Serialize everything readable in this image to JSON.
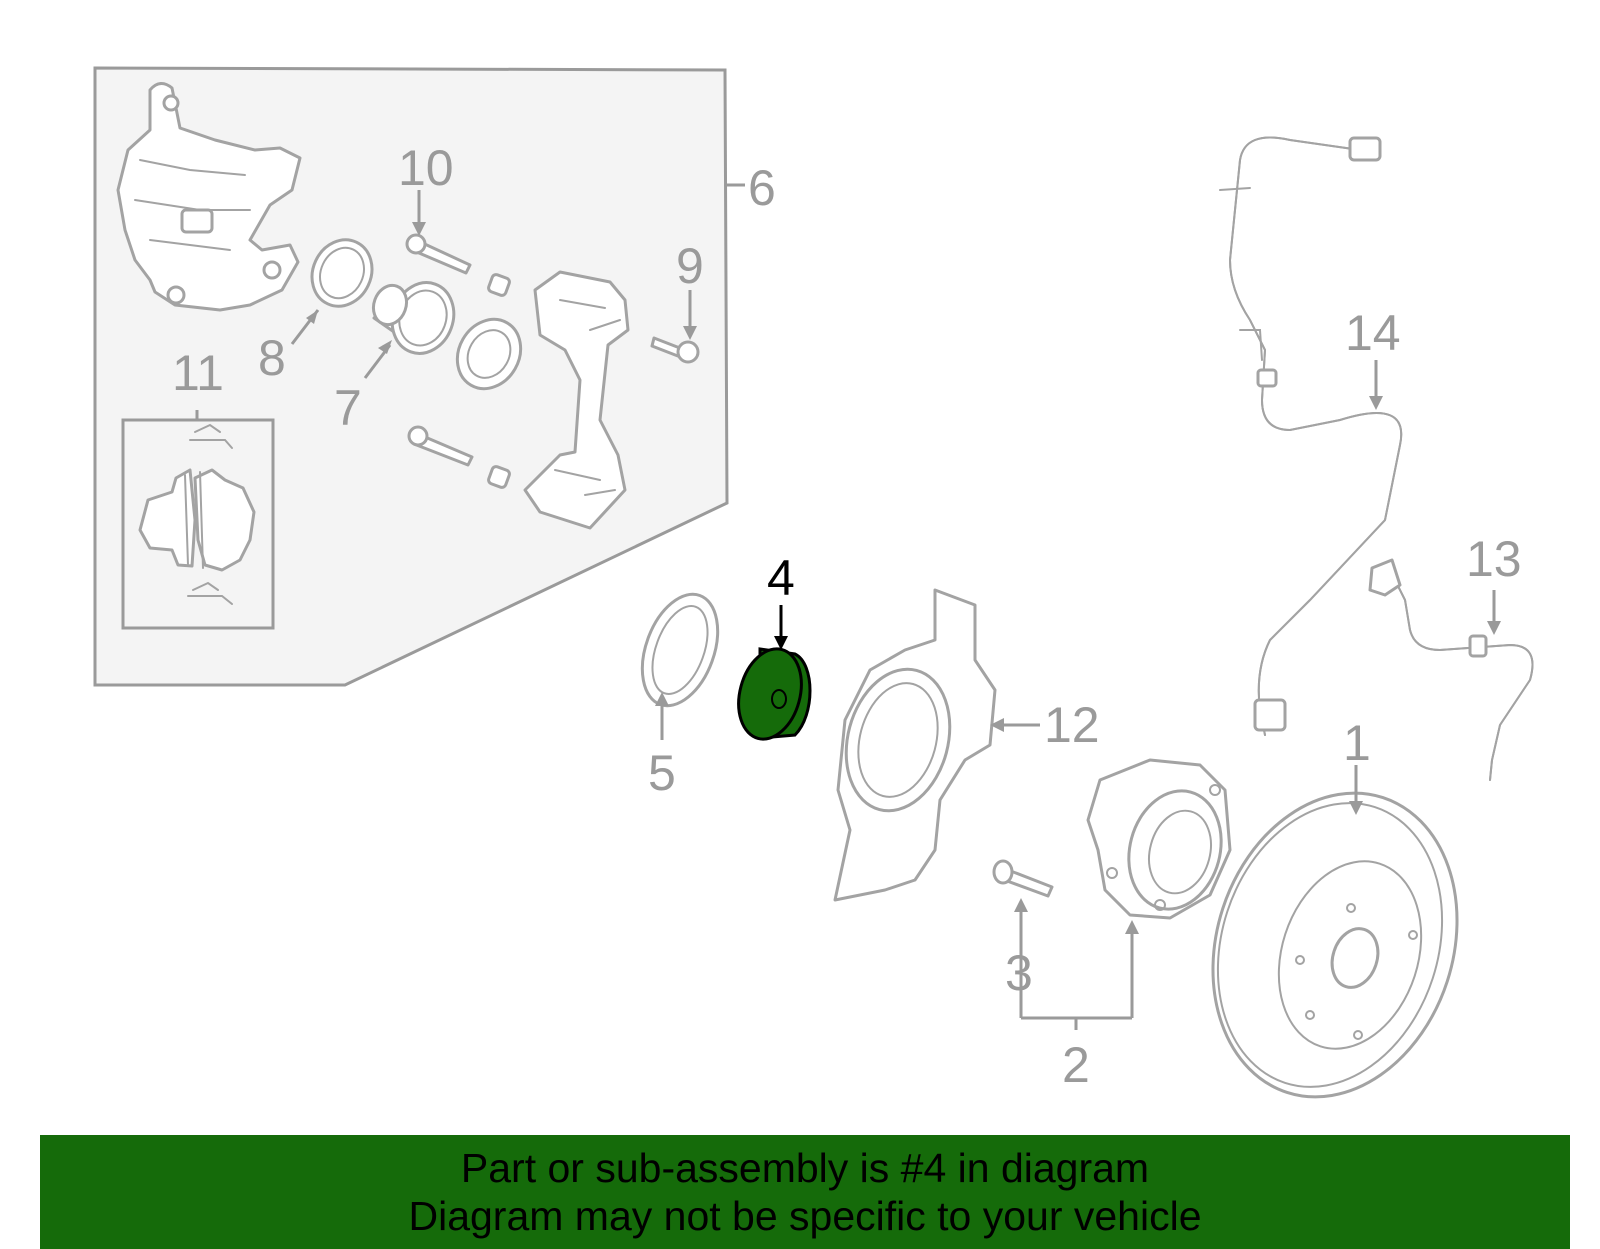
{
  "callouts": {
    "c1": "1",
    "c2": "2",
    "c3": "3",
    "c4": "4",
    "c5": "5",
    "c6": "6",
    "c7": "7",
    "c8": "8",
    "c9": "9",
    "c10": "10",
    "c11": "11",
    "c12": "12",
    "c13": "13",
    "c14": "14"
  },
  "highlighted_part": "4",
  "colors": {
    "highlight": "#156b0a",
    "line": "#9a9a9a",
    "box_fill": "#f4f4f4",
    "banner": "#156b0a"
  },
  "banner": {
    "line1": "Part or sub-assembly is #4 in diagram",
    "line2": "Diagram may not be specific to your vehicle"
  }
}
